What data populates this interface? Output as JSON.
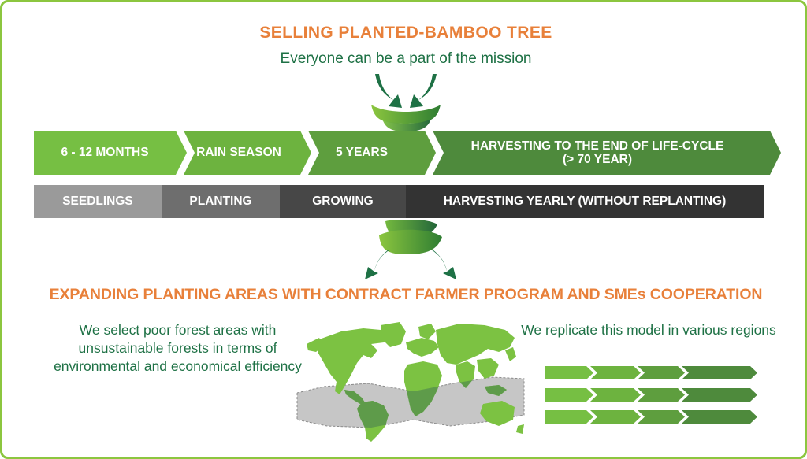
{
  "page": {
    "border_color": "#8CC63F",
    "accent_orange": "#E8803A",
    "accent_green_dark": "#1E7145"
  },
  "header": {
    "title": "SELLING PLANTED-BAMBOO TREE",
    "subtitle": "Everyone can be a part of the mission"
  },
  "lower_header": {
    "title": "EXPANDING PLANTING AREAS WITH CONTRACT FARMER PROGRAM AND SMEs COOPERATION"
  },
  "timeline": {
    "stages": [
      {
        "label": "6 - 12 MONTHS",
        "color": "#76BF43",
        "font_size": 15.5
      },
      {
        "label": "RAIN SEASON",
        "color": "#6DB33F",
        "font_size": 15.5
      },
      {
        "label": "5 YEARS",
        "color": "#5E9E3E",
        "font_size": 15.5
      },
      {
        "label": "HARVESTING TO THE END OF LIFE-CYCLE\n(> 70 YEAR)",
        "color": "#4E8A3C",
        "font_size": 15.5
      }
    ],
    "phases": [
      {
        "label": "SEEDLINGS",
        "color": "#9A9A9A"
      },
      {
        "label": "PLANTING",
        "color": "#6E6E6E"
      },
      {
        "label": "GROWING",
        "color": "#474747",
        "color_note": "dark grey"
      },
      {
        "label": "HARVESTING YEARLY (WITHOUT REPLANTING)",
        "color": "#333333"
      }
    ]
  },
  "lower": {
    "left_text": "We select poor forest areas with unsustainable forests in terms of environmental and economical efficiency",
    "right_text": "We replicate this model in various regions",
    "map": {
      "land_color": "#7CC242",
      "band_color": "#C6C6C6",
      "overlap_color": "#5E9B4A"
    },
    "mini_chevron_rows": 3,
    "mini_chevron_colors": [
      "#76BF43",
      "#6DB33F",
      "#5E9E3E",
      "#4E8A3C"
    ]
  },
  "icons": {
    "motif_top": "bamboo-leaves-with-inward-arrows",
    "motif_bottom": "bamboo-leaves-with-outward-arrows"
  }
}
